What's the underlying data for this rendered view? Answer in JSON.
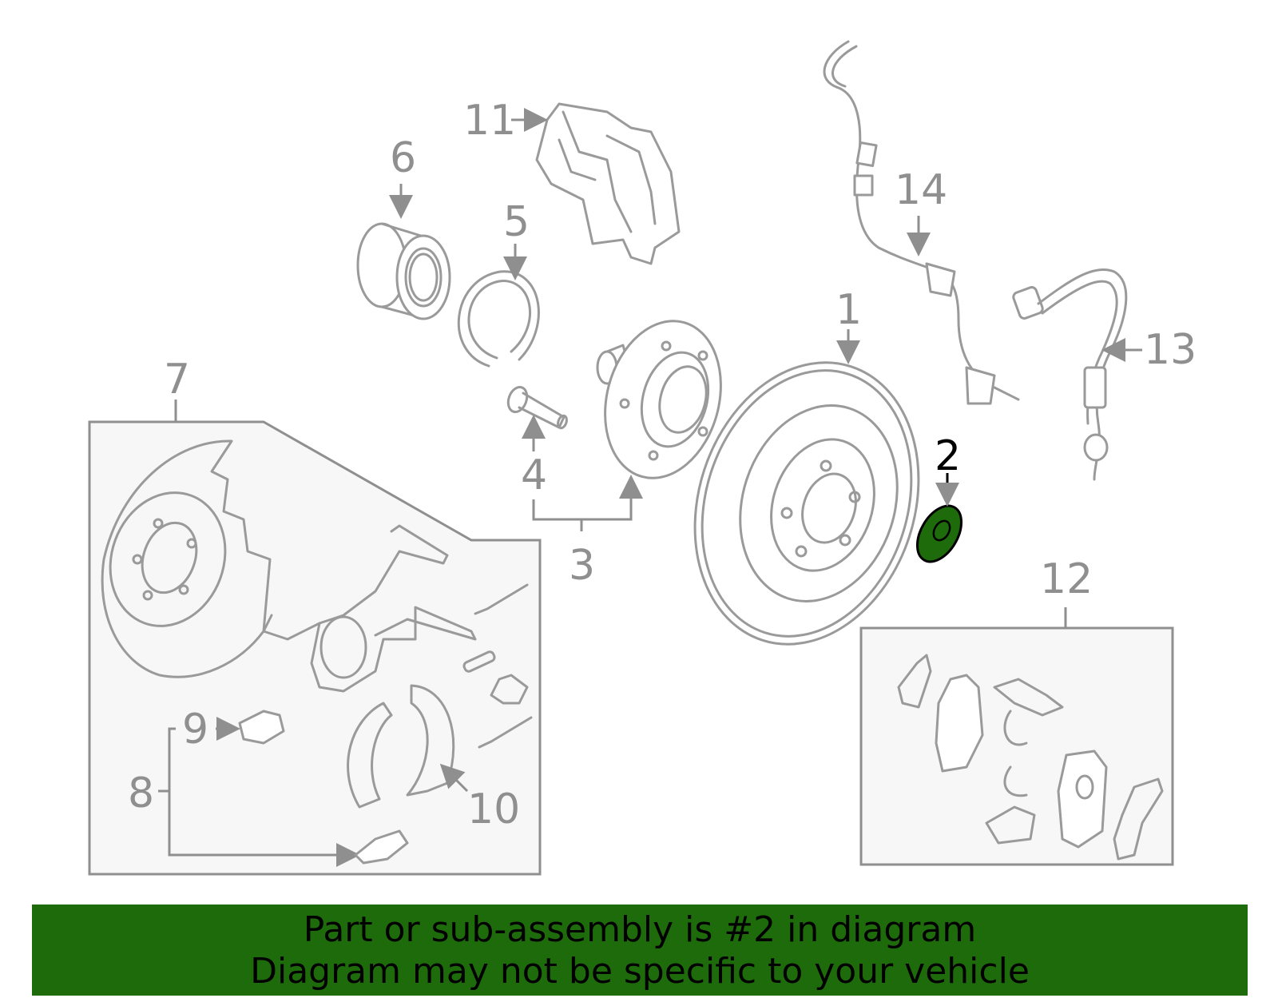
{
  "diagram": {
    "highlight_color": "#1e6b0b",
    "labels": {
      "p1": "1",
      "p2": "2",
      "p3": "3",
      "p4": "4",
      "p5": "5",
      "p6": "6",
      "p7": "7",
      "p8": "8",
      "p9": "9",
      "p10": "10",
      "p11": "11",
      "p12": "12",
      "p13": "13",
      "p14": "14"
    },
    "highlighted_part": "2"
  },
  "banner": {
    "line1": "Part or sub-assembly is #2 in diagram",
    "line2": "Diagram may not be specific to your vehicle"
  }
}
